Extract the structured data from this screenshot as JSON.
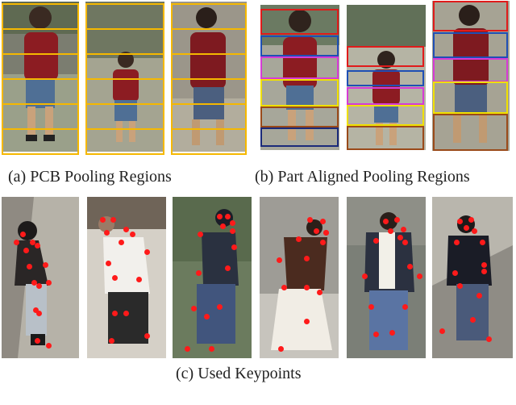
{
  "captions": {
    "a": "(a) PCB Pooling Regions",
    "b": "(b) Part Aligned Pooling Regions",
    "c": "(c) Used Keypoints"
  },
  "colors": {
    "pcb_box": "#f5b800",
    "kp": "#ff1a1a",
    "part_red": "#e01b1b",
    "part_blue": "#1f4fb5",
    "part_magenta": "#d63bd6",
    "part_yellow": "#f0e000",
    "part_brown": "#9a4a1a",
    "part_navy": "#1b2a7a"
  },
  "figure_a": {
    "panel_count": 3,
    "stripes_per_panel": 6,
    "panel_icons": [
      "person-image",
      "person-image",
      "person-image"
    ]
  },
  "figure_b": {
    "panel_count": 3,
    "part_labels_by_color": [
      "part_red",
      "part_blue",
      "part_magenta",
      "part_yellow",
      "part_brown",
      "part_navy"
    ]
  },
  "figure_c": {
    "panel_count": 6,
    "keypoints_per_person": 14
  }
}
